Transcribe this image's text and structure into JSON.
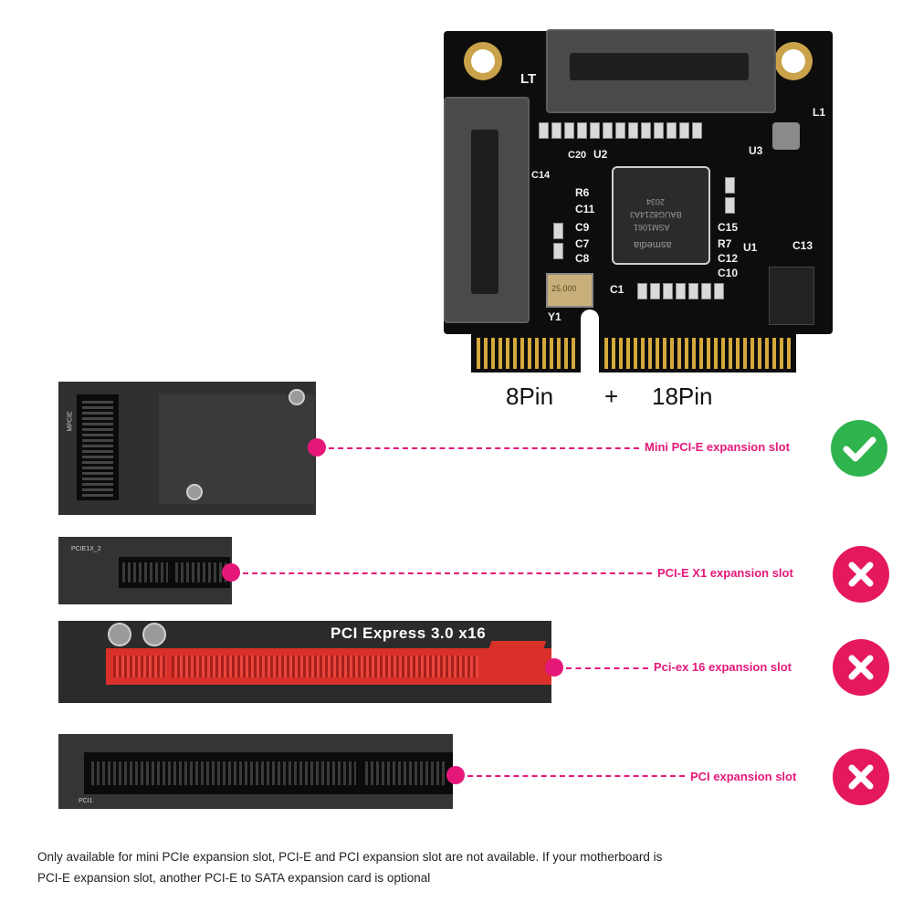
{
  "card": {
    "silkscreen": [
      "LT",
      "L1",
      "U2",
      "U3",
      "U1",
      "R6",
      "C11",
      "C9",
      "C7",
      "C8",
      "C1",
      "Y1",
      "C15",
      "R7",
      "C12",
      "C10",
      "C13",
      "C20",
      "C14"
    ],
    "chip_text": [
      "asmedia",
      "ASM1061",
      "BAUG8214A3",
      "2034"
    ],
    "crystal_text": "25.000"
  },
  "pins": {
    "left": "8Pin",
    "plus": "+",
    "right": "18Pin"
  },
  "slots": [
    {
      "label": "Mini PCI-E expansion slot",
      "status": "check-icon",
      "compatible": true
    },
    {
      "label": "PCI-E X1 expansion slot",
      "status": "cross-icon",
      "compatible": false
    },
    {
      "label": "Pci-ex 16 expansion slot",
      "status": "cross-icon",
      "compatible": false
    },
    {
      "label": "PCI expansion slot",
      "status": "cross-icon",
      "compatible": false
    }
  ],
  "photo_text": {
    "pcie16": "PCI Express 3.0 x16",
    "pcie1": "PCIE1X_2",
    "pci": "PCI1",
    "mpcie": "MPCIE"
  },
  "colors": {
    "accent": "#e5187a",
    "ok": "#2fb34d",
    "no": "#e5185f",
    "slot_red": "#d9302a"
  },
  "note": {
    "line1": "Only available for mini PCIe expansion slot, PCI-E and PCI expansion slot are not available. If your motherboard is",
    "line2": "PCI-E expansion slot, another PCI-E to SATA expansion card is optional"
  }
}
